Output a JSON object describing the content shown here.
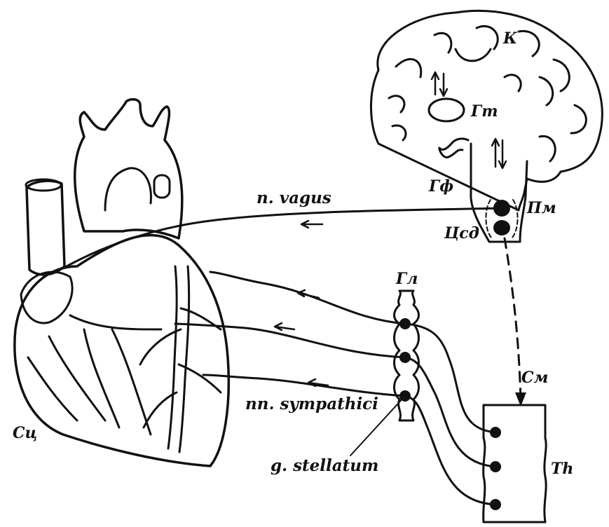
{
  "labels": {
    "cortex": "К",
    "hypothalamus": "Гт",
    "pituitary": "Гф",
    "medulla": "Пм",
    "vasomotor_center": "Цсд",
    "vagus_nerve": "n. vagus",
    "ganglia_chain": "Гл",
    "spinal_cord": "См",
    "thoracic": "Th",
    "cardiac_center": "Сц",
    "sympathetic_nerves": "nn. sympathici",
    "stellate_ganglion": "g. stellatum"
  },
  "colors": {
    "ink": "#111111",
    "paper": "#ffffff"
  }
}
